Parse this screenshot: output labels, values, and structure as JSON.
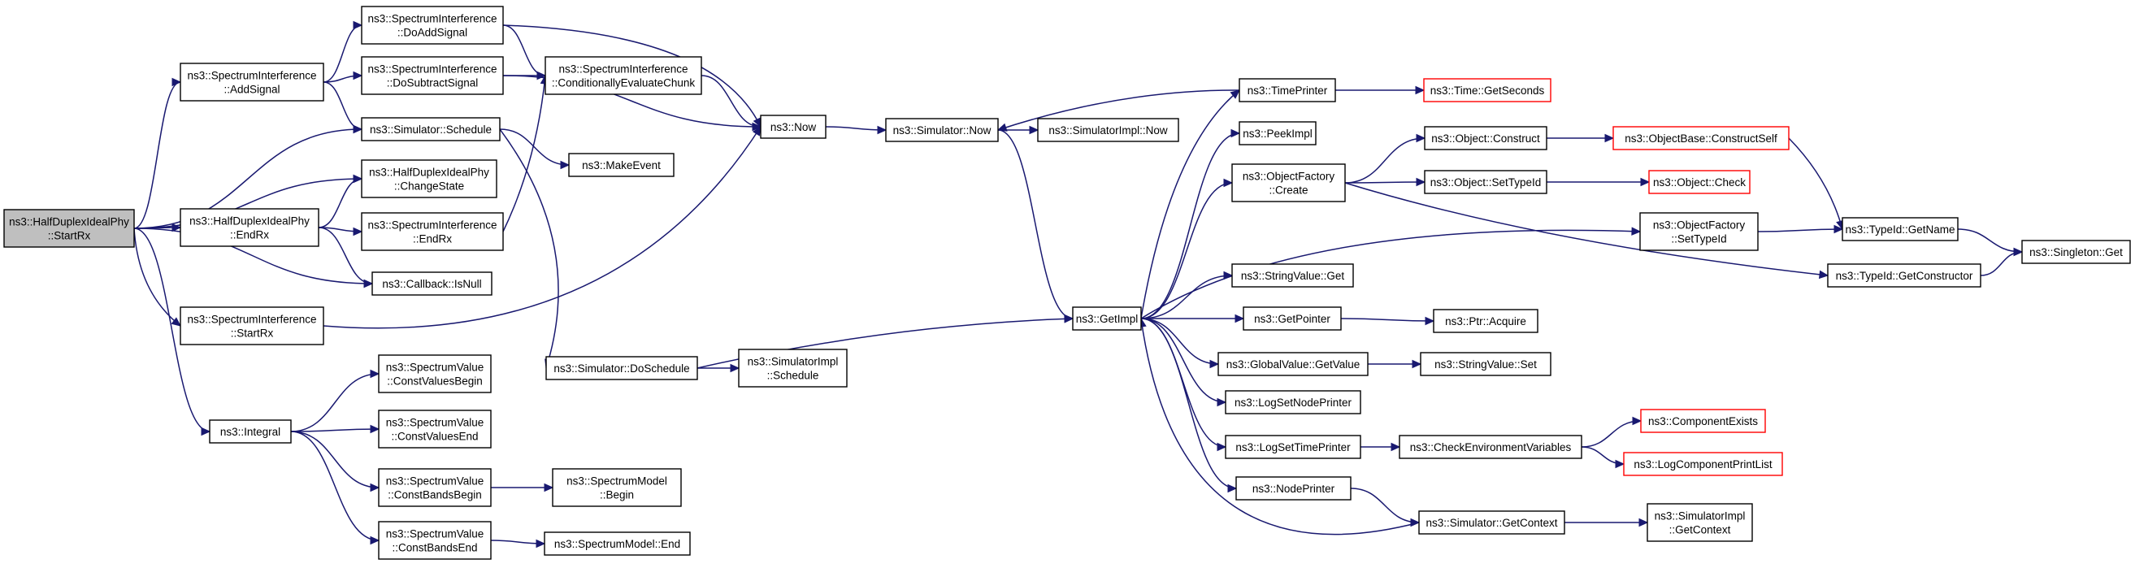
{
  "colors": {
    "edge": "#191970",
    "border": "#000000",
    "truncated_border": "#ff0000",
    "root_fill": "#bfbfbf",
    "node_fill": "#ffffff"
  },
  "nodes": [
    {
      "id": "root",
      "lines": [
        "ns3::HalfDuplexIdealPhy",
        "::StartRx"
      ],
      "root": true
    },
    {
      "id": "addsignal",
      "lines": [
        "ns3::SpectrumInterference",
        "::AddSignal"
      ]
    },
    {
      "id": "doaddsignal",
      "lines": [
        "ns3::SpectrumInterference",
        "::DoAddSignal"
      ]
    },
    {
      "id": "dosubtract",
      "lines": [
        "ns3::SpectrumInterference",
        "::DoSubtractSignal"
      ]
    },
    {
      "id": "condeval",
      "lines": [
        "ns3::SpectrumInterference",
        "::ConditionallyEvaluateChunk"
      ]
    },
    {
      "id": "schedule",
      "lines": [
        "ns3::Simulator::Schedule"
      ]
    },
    {
      "id": "makeevent",
      "lines": [
        "ns3::MakeEvent"
      ]
    },
    {
      "id": "changestate",
      "lines": [
        "ns3::HalfDuplexIdealPhy",
        "::ChangeState"
      ]
    },
    {
      "id": "endrx",
      "lines": [
        "ns3::HalfDuplexIdealPhy",
        "::EndRx"
      ]
    },
    {
      "id": "si_endrx",
      "lines": [
        "ns3::SpectrumInterference",
        "::EndRx"
      ]
    },
    {
      "id": "isnull",
      "lines": [
        "ns3::Callback::IsNull"
      ]
    },
    {
      "id": "si_startrx",
      "lines": [
        "ns3::SpectrumInterference",
        "::StartRx"
      ]
    },
    {
      "id": "doschedule",
      "lines": [
        "ns3::Simulator::DoSchedule"
      ]
    },
    {
      "id": "simimpl_schedule",
      "lines": [
        "ns3::SimulatorImpl",
        "::Schedule"
      ]
    },
    {
      "id": "integral",
      "lines": [
        "ns3::Integral"
      ]
    },
    {
      "id": "cvb",
      "lines": [
        "ns3::SpectrumValue",
        "::ConstValuesBegin"
      ]
    },
    {
      "id": "cve",
      "lines": [
        "ns3::SpectrumValue",
        "::ConstValuesEnd"
      ]
    },
    {
      "id": "cbb",
      "lines": [
        "ns3::SpectrumValue",
        "::ConstBandsBegin"
      ]
    },
    {
      "id": "cbe",
      "lines": [
        "ns3::SpectrumValue",
        "::ConstBandsEnd"
      ]
    },
    {
      "id": "sm_begin",
      "lines": [
        "ns3::SpectrumModel",
        "::Begin"
      ]
    },
    {
      "id": "sm_end",
      "lines": [
        "ns3::SpectrumModel::End"
      ]
    },
    {
      "id": "now",
      "lines": [
        "ns3::Now"
      ]
    },
    {
      "id": "sim_now",
      "lines": [
        "ns3::Simulator::Now"
      ]
    },
    {
      "id": "simimpl_now",
      "lines": [
        "ns3::SimulatorImpl::Now"
      ]
    },
    {
      "id": "getimpl",
      "lines": [
        "ns3::GetImpl"
      ]
    },
    {
      "id": "timeprinter",
      "lines": [
        "ns3::TimePrinter"
      ]
    },
    {
      "id": "getseconds",
      "lines": [
        "ns3::Time::GetSeconds"
      ],
      "truncated": true
    },
    {
      "id": "peekimpl",
      "lines": [
        "ns3::PeekImpl"
      ]
    },
    {
      "id": "of_create",
      "lines": [
        "ns3::ObjectFactory",
        "::Create"
      ]
    },
    {
      "id": "obj_construct",
      "lines": [
        "ns3::Object::Construct"
      ]
    },
    {
      "id": "constructself",
      "lines": [
        "ns3::ObjectBase::ConstructSelf"
      ],
      "truncated": true
    },
    {
      "id": "obj_settypeid",
      "lines": [
        "ns3::Object::SetTypeId"
      ]
    },
    {
      "id": "obj_check",
      "lines": [
        "ns3::Object::Check"
      ],
      "truncated": true
    },
    {
      "id": "of_settypeid",
      "lines": [
        "ns3::ObjectFactory",
        "::SetTypeId"
      ]
    },
    {
      "id": "getname",
      "lines": [
        "ns3::TypeId::GetName"
      ]
    },
    {
      "id": "singleton",
      "lines": [
        "ns3::Singleton::Get"
      ]
    },
    {
      "id": "getconstructor",
      "lines": [
        "ns3::TypeId::GetConstructor"
      ]
    },
    {
      "id": "sv_get",
      "lines": [
        "ns3::StringValue::Get"
      ]
    },
    {
      "id": "getpointer",
      "lines": [
        "ns3::GetPointer"
      ]
    },
    {
      "id": "ptr_acquire",
      "lines": [
        "ns3::Ptr::Acquire"
      ]
    },
    {
      "id": "gv_getvalue",
      "lines": [
        "ns3::GlobalValue::GetValue"
      ]
    },
    {
      "id": "sv_set",
      "lines": [
        "ns3::StringValue::Set"
      ]
    },
    {
      "id": "logsetnodeprinter",
      "lines": [
        "ns3::LogSetNodePrinter"
      ]
    },
    {
      "id": "logsettimeprinter",
      "lines": [
        "ns3::LogSetTimePrinter"
      ]
    },
    {
      "id": "checkenv",
      "lines": [
        "ns3::CheckEnvironmentVariables"
      ]
    },
    {
      "id": "compexists",
      "lines": [
        "ns3::ComponentExists"
      ],
      "truncated": true
    },
    {
      "id": "logcomplist",
      "lines": [
        "ns3::LogComponentPrintList"
      ],
      "truncated": true
    },
    {
      "id": "nodeprinter",
      "lines": [
        "ns3::NodePrinter"
      ]
    },
    {
      "id": "sim_getcontext",
      "lines": [
        "ns3::Simulator::GetContext"
      ]
    },
    {
      "id": "simimpl_getcontext",
      "lines": [
        "ns3::SimulatorImpl",
        "::GetContext"
      ]
    }
  ],
  "edges": [
    [
      "root",
      "addsignal"
    ],
    [
      "root",
      "schedule"
    ],
    [
      "root",
      "changestate"
    ],
    [
      "root",
      "endrx"
    ],
    [
      "root",
      "isnull"
    ],
    [
      "root",
      "si_startrx"
    ],
    [
      "root",
      "integral"
    ],
    [
      "addsignal",
      "doaddsignal"
    ],
    [
      "addsignal",
      "dosubtract"
    ],
    [
      "addsignal",
      "schedule"
    ],
    [
      "doaddsignal",
      "condeval"
    ],
    [
      "doaddsignal",
      "now"
    ],
    [
      "dosubtract",
      "condeval"
    ],
    [
      "dosubtract",
      "now"
    ],
    [
      "condeval",
      "now"
    ],
    [
      "schedule",
      "makeevent"
    ],
    [
      "schedule",
      "doschedule"
    ],
    [
      "endrx",
      "changestate"
    ],
    [
      "endrx",
      "si_endrx"
    ],
    [
      "endrx",
      "isnull"
    ],
    [
      "si_endrx",
      "condeval"
    ],
    [
      "si_startrx",
      "now"
    ],
    [
      "doschedule",
      "simimpl_schedule"
    ],
    [
      "doschedule",
      "getimpl"
    ],
    [
      "integral",
      "cvb"
    ],
    [
      "integral",
      "cve"
    ],
    [
      "integral",
      "cbb"
    ],
    [
      "integral",
      "cbe"
    ],
    [
      "cbb",
      "sm_begin"
    ],
    [
      "cbe",
      "sm_end"
    ],
    [
      "now",
      "sim_now"
    ],
    [
      "sim_now",
      "simimpl_now"
    ],
    [
      "sim_now",
      "getimpl"
    ],
    [
      "timeprinter",
      "sim_now"
    ],
    [
      "timeprinter",
      "getseconds"
    ],
    [
      "getimpl",
      "timeprinter"
    ],
    [
      "getimpl",
      "peekimpl"
    ],
    [
      "getimpl",
      "of_create"
    ],
    [
      "getimpl",
      "of_settypeid"
    ],
    [
      "getimpl",
      "sv_get"
    ],
    [
      "getimpl",
      "getpointer"
    ],
    [
      "getimpl",
      "gv_getvalue"
    ],
    [
      "getimpl",
      "logsetnodeprinter"
    ],
    [
      "getimpl",
      "logsettimeprinter"
    ],
    [
      "getimpl",
      "nodeprinter"
    ],
    [
      "of_create",
      "obj_construct"
    ],
    [
      "of_create",
      "obj_settypeid"
    ],
    [
      "of_create",
      "getconstructor"
    ],
    [
      "obj_construct",
      "constructself"
    ],
    [
      "obj_settypeid",
      "obj_check"
    ],
    [
      "constructself",
      "getname"
    ],
    [
      "of_settypeid",
      "getname"
    ],
    [
      "getname",
      "singleton"
    ],
    [
      "getconstructor",
      "singleton"
    ],
    [
      "getpointer",
      "ptr_acquire"
    ],
    [
      "gv_getvalue",
      "sv_set"
    ],
    [
      "logsettimeprinter",
      "checkenv"
    ],
    [
      "checkenv",
      "compexists"
    ],
    [
      "checkenv",
      "logcomplist"
    ],
    [
      "nodeprinter",
      "sim_getcontext"
    ],
    [
      "sim_getcontext",
      "getimpl"
    ],
    [
      "sim_getcontext",
      "simimpl_getcontext"
    ]
  ]
}
